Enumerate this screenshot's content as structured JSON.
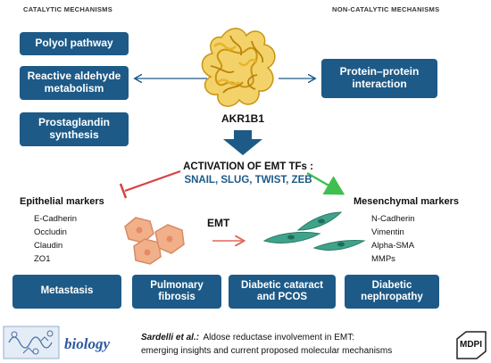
{
  "headers": {
    "catalytic": "CATALYTIC MECHANISMS",
    "non_catalytic": "NON-CATALYTIC MECHANISMS"
  },
  "catalytic_boxes": [
    {
      "lines": [
        "Polyol pathway"
      ]
    },
    {
      "lines": [
        "Reactive aldehyde",
        "metabolism"
      ]
    },
    {
      "lines": [
        "Prostaglandin",
        "synthesis"
      ]
    }
  ],
  "non_catalytic_box": {
    "lines": [
      "Protein–protein",
      "interaction"
    ]
  },
  "enzyme_label": "AKR1B1",
  "activation": {
    "title": "ACTIVATION OF EMT TFs :",
    "tfs": "SNAIL, SLUG, TWIST, ZEB"
  },
  "epithelial": {
    "title": "Epithelial markers",
    "items": [
      "E-Cadherin",
      "Occludin",
      "Claudin",
      "ZO1"
    ]
  },
  "mesenchymal": {
    "title": "Mesenchymal markers",
    "items": [
      "N-Cadherin",
      "Vimentin",
      "Alpha-SMA",
      "MMPs"
    ]
  },
  "emt_label": "EMT",
  "outcomes": [
    {
      "lines": [
        "Metastasis"
      ]
    },
    {
      "lines": [
        "Pulmonary",
        "fibrosis"
      ]
    },
    {
      "lines": [
        "Diabetic cataract",
        "and PCOS"
      ]
    },
    {
      "lines": [
        "Diabetic",
        "nephropathy"
      ]
    }
  ],
  "footer": {
    "journal": "biology",
    "authors": "Sardelli et al.:",
    "title_line1": "Aldose reductase involvement in EMT:",
    "title_line2": "emerging insights and current proposed molecular mechanisms",
    "publisher": "MDPI"
  },
  "colors": {
    "box_blue": "#1d5a87",
    "inhibit_red": "#d94040",
    "activate_green": "#3fbf4f",
    "emt_arrow": "#e06a5a",
    "epithelial_cell": "#f1b08a",
    "mesenchymal_cell": "#3fa38b",
    "protein_gold": "#e7b52a"
  },
  "icons": [
    "akr1b1-protein-structure",
    "epithelial-cells-illustration",
    "mesenchymal-cells-illustration",
    "biology-journal-logo",
    "mdpi-logo"
  ]
}
